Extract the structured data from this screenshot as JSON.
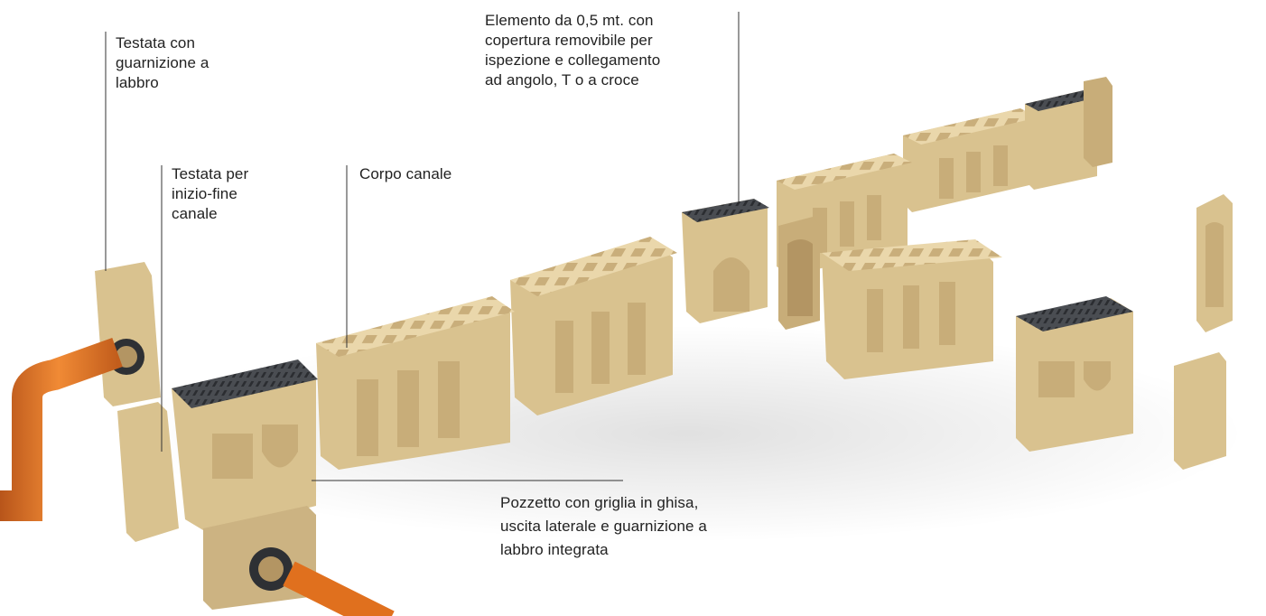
{
  "callouts": {
    "testata_guarnizione": "Testata con\nguarnizione a\nlabbro",
    "testata_inizio_fine": "Testata per\ninizio-fine\ncanale",
    "corpo_canale": "Corpo canale",
    "elemento_05": "Elemento da 0,5 mt. con\ncopertura removibile per\nispezione e collegamento\nad angolo, T o a croce",
    "pozzetto": "Pozzetto con griglia in ghisa,\nuscita laterale e guarnizione a\nlabbro integrata"
  },
  "colors": {
    "concrete_top": "#ead7ab",
    "concrete_front": "#d9c28f",
    "concrete_side": "#c8ad79",
    "concrete_dark": "#b39563",
    "grate": "#4a4d52",
    "grate_dark": "#2e3034",
    "pipe": "#e0701e",
    "pipe_dark": "#b8551a",
    "leader": "#333333",
    "text": "#222222"
  }
}
